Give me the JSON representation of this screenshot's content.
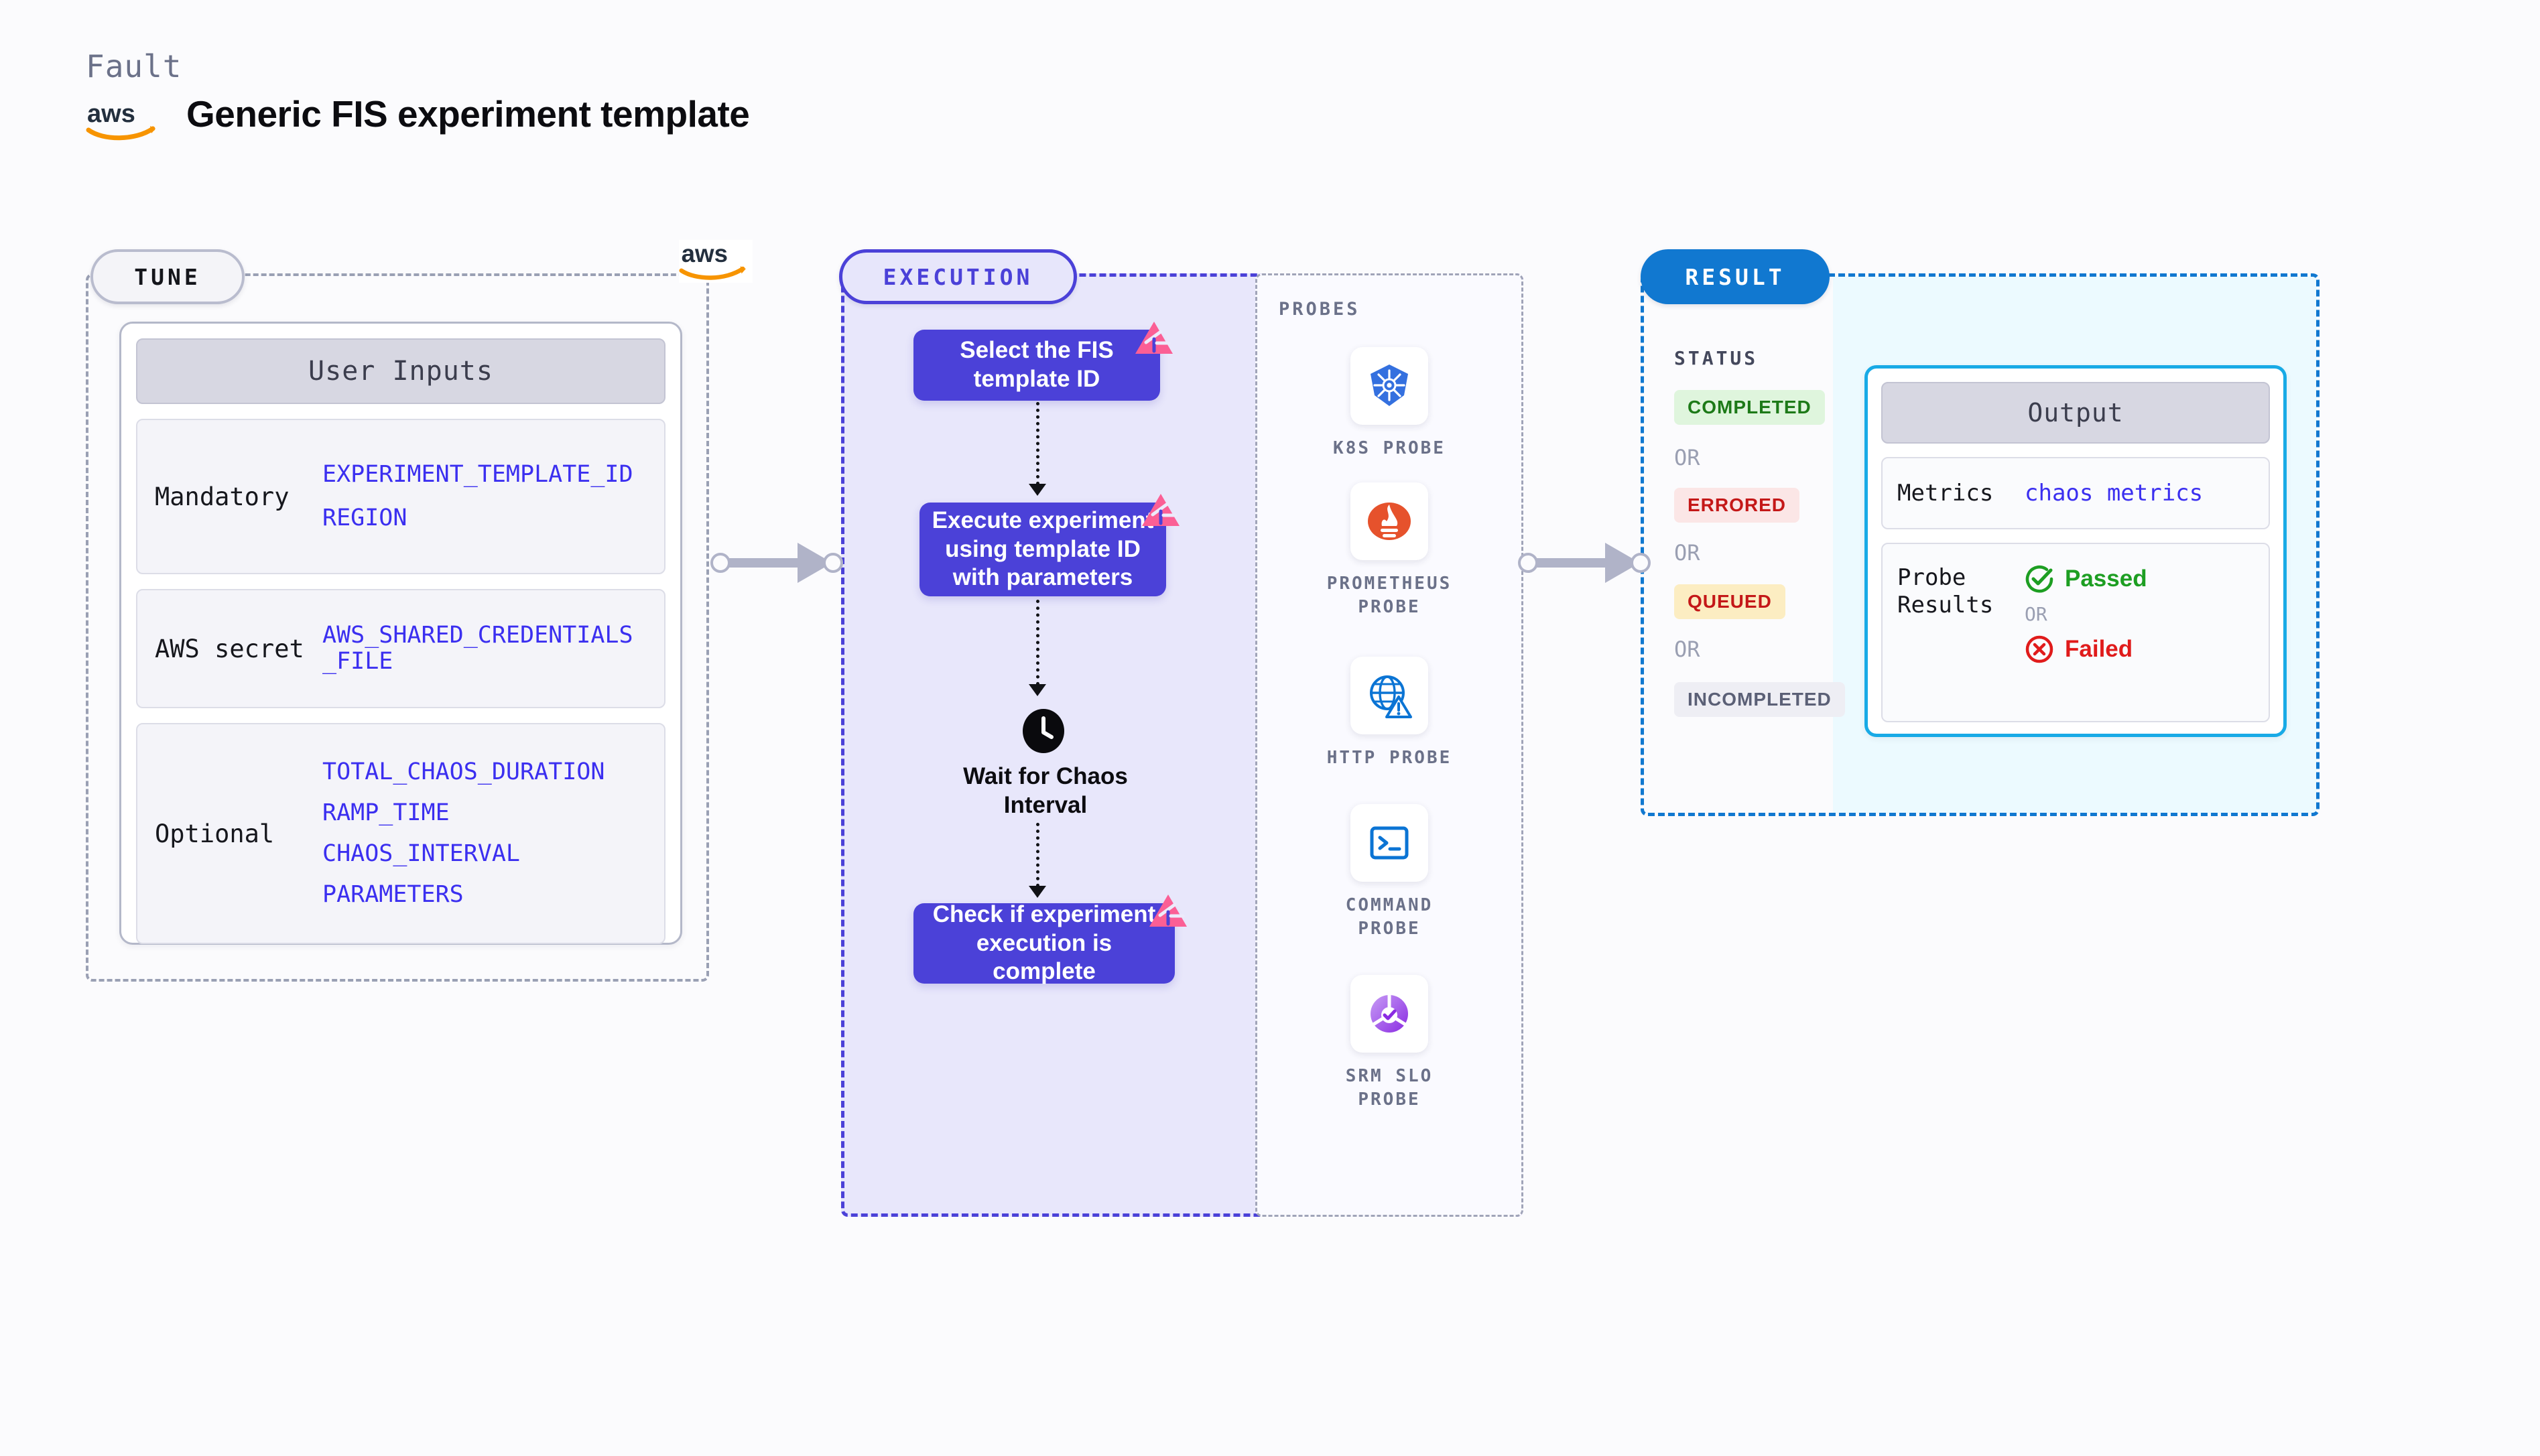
{
  "header": {
    "eyebrow": "Fault",
    "title": "Generic FIS experiment template",
    "logo": "aws-logo"
  },
  "stages": {
    "tune": {
      "label": "TUNE"
    },
    "execution": {
      "label": "EXECUTION"
    },
    "result": {
      "label": "RESULT"
    }
  },
  "tune": {
    "card_header": "User Inputs",
    "rows": [
      {
        "label": "Mandatory",
        "values": [
          "EXPERIMENT_TEMPLATE_ID",
          "REGION"
        ]
      },
      {
        "label": "AWS secret",
        "values": [
          "AWS_SHARED_CREDENTIALS\n_FILE"
        ]
      },
      {
        "label": "Optional",
        "values": [
          "TOTAL_CHAOS_DURATION",
          "RAMP_TIME",
          "CHAOS_INTERVAL",
          "PARAMETERS"
        ]
      }
    ]
  },
  "execution": {
    "nodes": [
      {
        "text": "Select the FIS template ID",
        "badge": "litmus-icon"
      },
      {
        "text": "Execute experiment using template ID with parameters",
        "badge": "litmus-icon"
      },
      {
        "text": "Check if experiment execution is complete",
        "badge": "litmus-icon"
      }
    ],
    "wait": {
      "icon": "clock-icon",
      "text": "Wait for Chaos Interval"
    }
  },
  "probes": {
    "title": "PROBES",
    "items": [
      {
        "name": "K8S PROBE",
        "icon": "kubernetes-icon"
      },
      {
        "name": "PROMETHEUS PROBE",
        "icon": "prometheus-icon"
      },
      {
        "name": "HTTP PROBE",
        "icon": "http-globe-icon"
      },
      {
        "name": "COMMAND PROBE",
        "icon": "terminal-icon"
      },
      {
        "name": "SRM SLO PROBE",
        "icon": "srm-slo-icon"
      }
    ]
  },
  "result": {
    "status_title": "STATUS",
    "or_label": "OR",
    "statuses": [
      {
        "label": "COMPLETED",
        "color": "#1d7a18",
        "bg": "#dff5dd"
      },
      {
        "label": "ERRORED",
        "color": "#c41818",
        "bg": "#fbe6e6"
      },
      {
        "label": "QUEUED",
        "color": "#c41818",
        "bg": "#fcedc2"
      },
      {
        "label": "INCOMPLETED",
        "color": "#5b6076",
        "bg": "#eeeef4"
      }
    ],
    "output": {
      "header": "Output",
      "metrics_label": "Metrics",
      "metrics_value": "chaos metrics",
      "probe_results_label": "Probe Results",
      "passed_label": "Passed",
      "failed_label": "Failed",
      "or_label": "OR"
    }
  },
  "colors": {
    "indigo": "#4b41d8",
    "blue": "#1178d0",
    "cyan": "#18aae6",
    "pink": "#fb5f95",
    "aws_orange": "#f79400"
  }
}
